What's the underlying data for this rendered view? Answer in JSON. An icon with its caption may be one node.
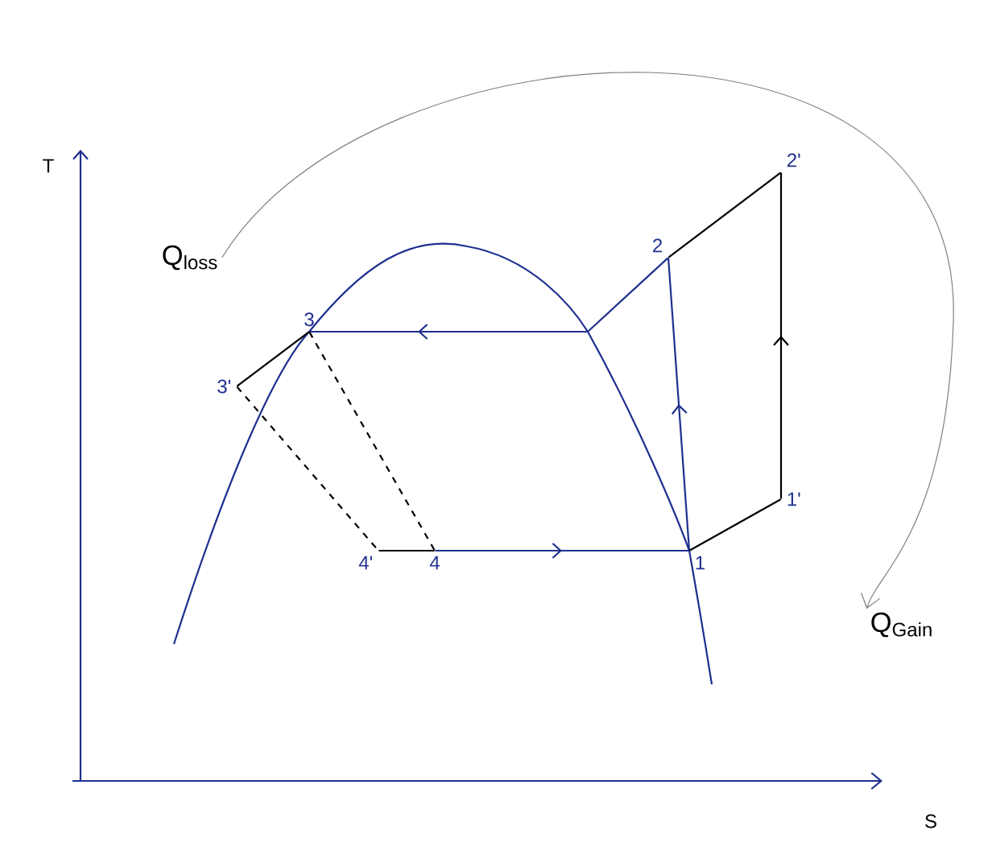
{
  "diagram": {
    "nodes": [
      {
        "text": [
          "1"
        ]
      },
      {
        "text": [
          "2"
        ]
      },
      {
        "text": [
          "2'"
        ]
      },
      {
        "text": [
          "1'"
        ]
      },
      {
        "text": [
          "3"
        ]
      },
      {
        "text": [
          "3'"
        ]
      },
      {
        "text": [
          "4"
        ]
      },
      {
        "text": [
          "4'"
        ]
      },
      {
        "text": [
          "Q$_{loss}$"
        ]
      },
      {
        "text": [
          "Q$_{Gain}$"
        ]
      }
    ],
    "edges": [
      {
        "from": 0,
        "to": 1,
        "arrow": "to",
        "color": "#1f2f8f"
      },
      {
        "from": 1,
        "to": 4,
        "arrow": "to",
        "color": "#1f2f8f"
      },
      {
        "from": 4,
        "to": 6,
        "arrow": "none",
        "style": "dashed"
      },
      {
        "from": 6,
        "to": 0,
        "arrow": "to",
        "color": "#1f2f8f"
      },
      {
        "from": 0,
        "to": 3,
        "arrow": "none"
      },
      {
        "from": 3,
        "to": 2,
        "arrow": "to"
      },
      {
        "from": 2,
        "to": 1,
        "arrow": "none"
      },
      {
        "from": 4,
        "to": 5,
        "arrow": "none"
      },
      {
        "from": 5,
        "to": 7,
        "arrow": "none",
        "style": "dashed"
      },
      {
        "from": 7,
        "to": 6,
        "arrow": "none"
      },
      {
        "from": 8,
        "to": 9,
        "arrow": "to",
        "color": "#808080"
      }
    ],
    "labels": [
      "T",
      "S"
    ]
  }
}
